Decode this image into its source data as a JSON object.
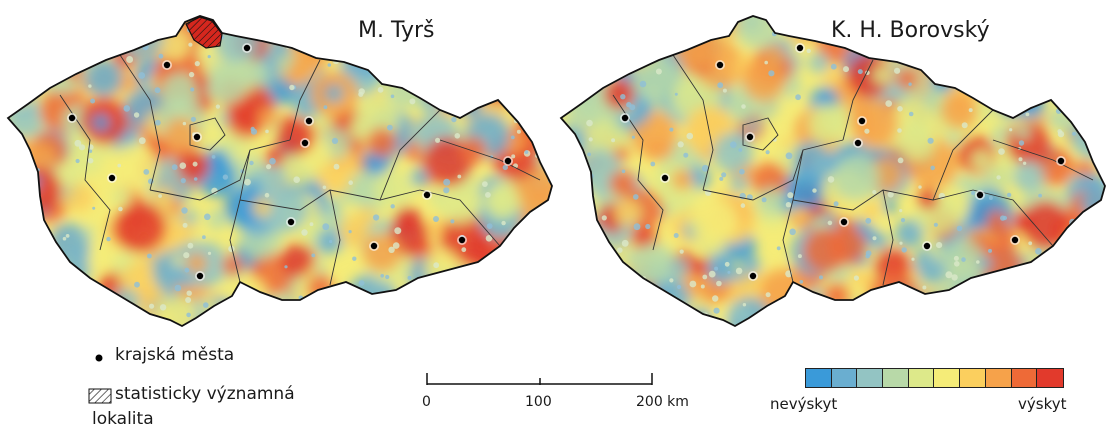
{
  "maps": [
    {
      "title": "M. Tyrš",
      "has_significant_locality": true
    },
    {
      "title": "K. H. Borovský",
      "has_significant_locality": false
    }
  ],
  "legend": {
    "cities_label": "krajská města",
    "hatch_label_line1": "statisticky významná",
    "hatch_label_line2": "lokalita"
  },
  "scale_bar": {
    "ticks": [
      "0",
      "100",
      "200 km"
    ],
    "max_km": 200
  },
  "colorbar": {
    "low_label": "nevýskyt",
    "high_label": "výskyt",
    "colors": [
      "#3a9ad9",
      "#6aaed0",
      "#93c4c3",
      "#b8d9a8",
      "#dde98a",
      "#f5ec78",
      "#fbcf5e",
      "#f6a24a",
      "#ee6a37",
      "#e23a2c"
    ]
  },
  "colors": {
    "border": "#111111",
    "region_line": "#333333",
    "city_dot": "#000000",
    "hatch_fill": "#d6271e"
  }
}
